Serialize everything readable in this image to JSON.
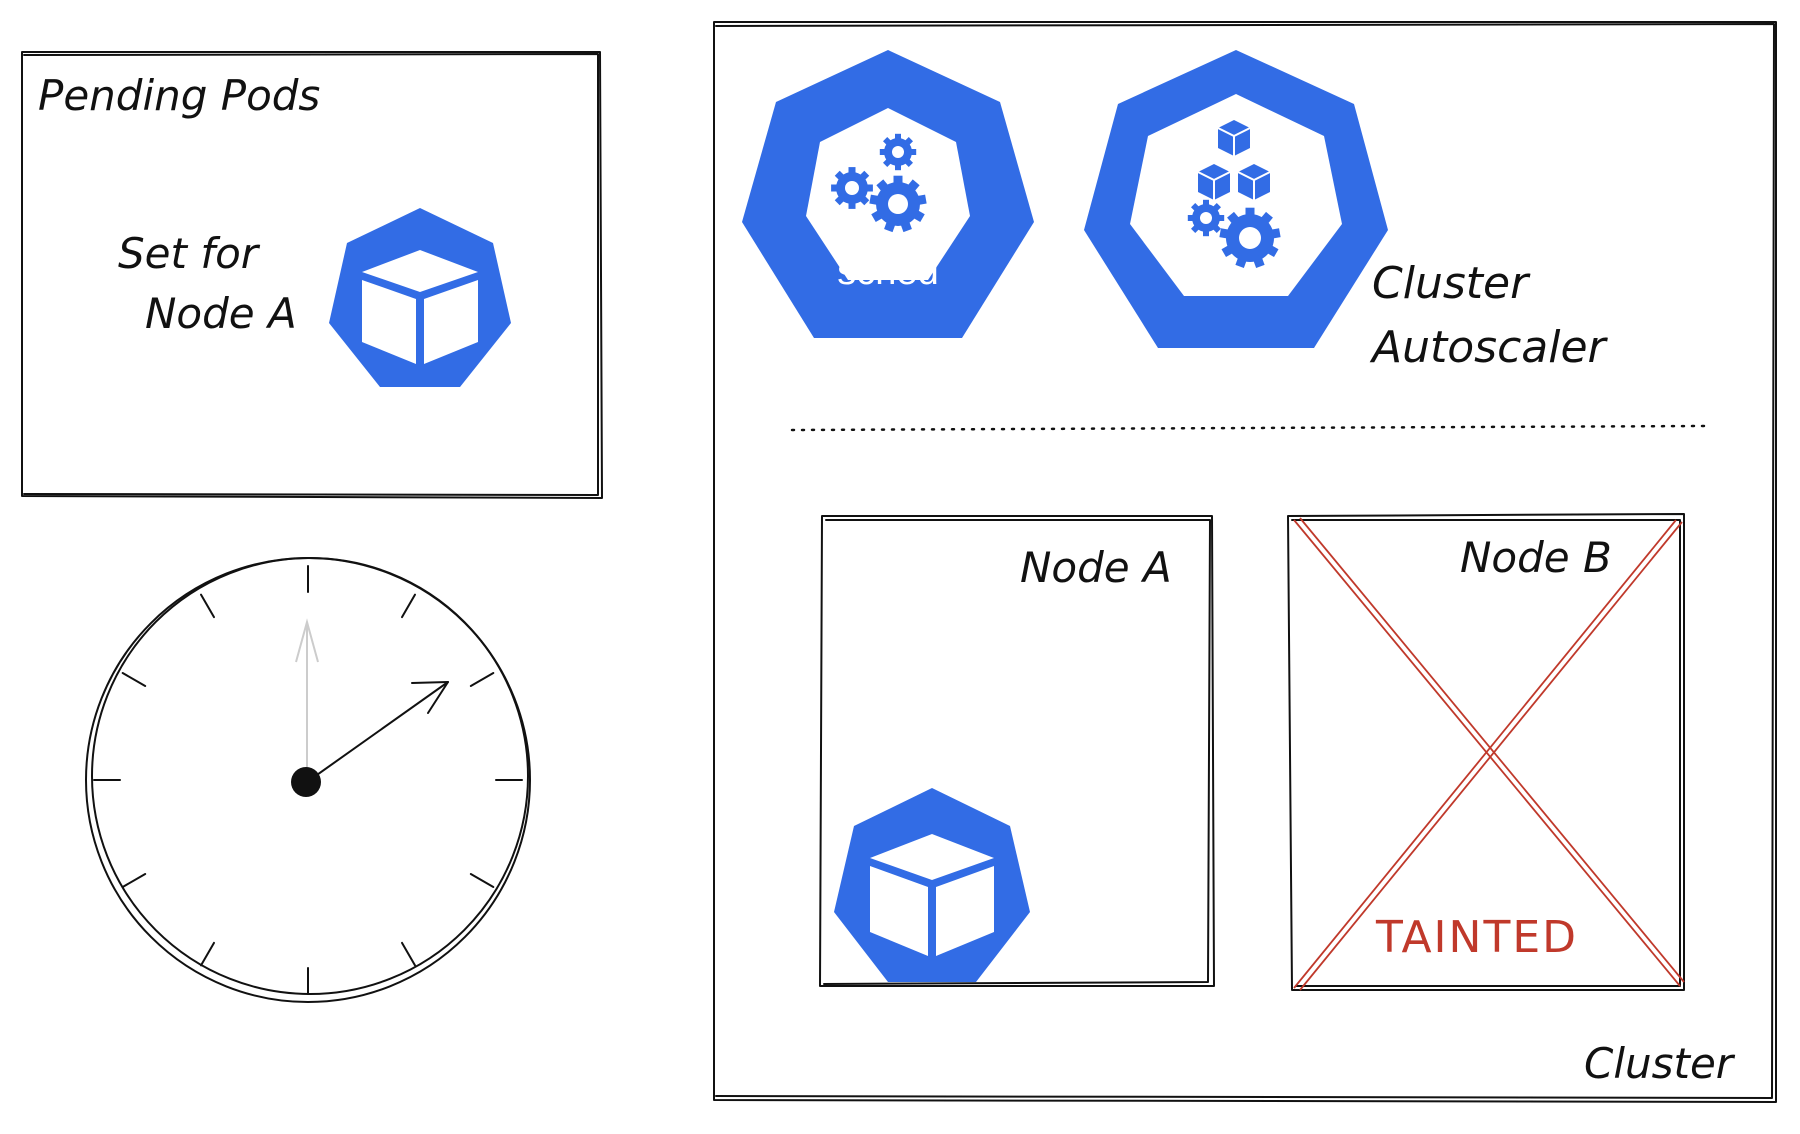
{
  "pending_panel": {
    "title": "Pending Pods",
    "caption_line1": "Set for",
    "caption_line2": "Node A",
    "pod_icon": "k8s-pod-icon"
  },
  "timer": {
    "icon": "clock-icon",
    "tick_count": 12
  },
  "cluster": {
    "label": "Cluster",
    "scheduler": {
      "icon": "k8s-scheduler-icon",
      "label": "sched"
    },
    "autoscaler": {
      "icon": "k8s-autoscaler-icon",
      "label_line1": "Cluster",
      "label_line2": "Autoscaler"
    },
    "nodes": [
      {
        "name": "Node A",
        "tainted": false,
        "pod_icon": "k8s-pod-icon"
      },
      {
        "name": "Node B",
        "tainted": true,
        "taint_label": "TAINTED"
      }
    ]
  },
  "colors": {
    "k8s_blue": "#326ce5",
    "ink": "#111111",
    "taint_red": "#c0392b"
  }
}
